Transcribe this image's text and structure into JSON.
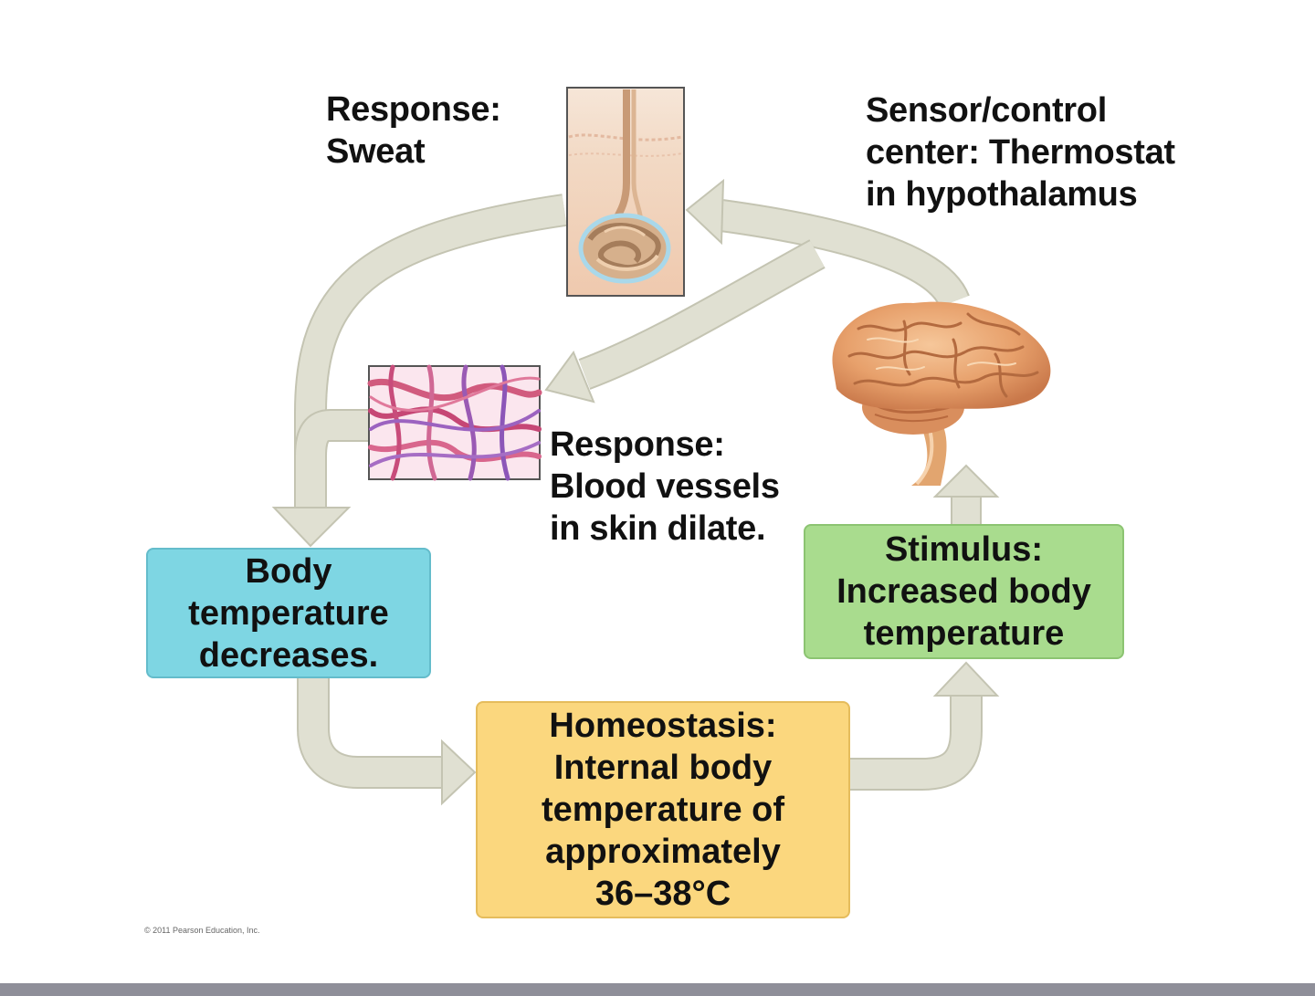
{
  "labels": {
    "sweat": [
      "Response:",
      "Sweat"
    ],
    "sensor": [
      "Sensor/control",
      "center: Thermostat",
      "in hypothalamus"
    ],
    "vessels": [
      "Response:",
      "Blood vessels",
      "in skin dilate."
    ]
  },
  "boxes": {
    "decrease": [
      "Body",
      "temperature",
      "decreases."
    ],
    "stimulus": [
      "Stimulus:",
      "Increased body",
      "temperature"
    ],
    "homeostasis": [
      "Homeostasis:",
      "Internal body",
      "temperature of",
      "approximately",
      "36–38°C"
    ]
  },
  "copyright": "© 2011 Pearson Education, Inc.",
  "colors": {
    "arrow_fill": "#e0e0d2",
    "arrow_edge": "#c4c4b2",
    "box_decrease": "#7ed6e3",
    "box_stimulus": "#a9dc8e",
    "box_homeostasis": "#fbd77e"
  },
  "icons": [
    "sweat-gland-icon",
    "blood-vessels-icon",
    "brain-icon"
  ]
}
